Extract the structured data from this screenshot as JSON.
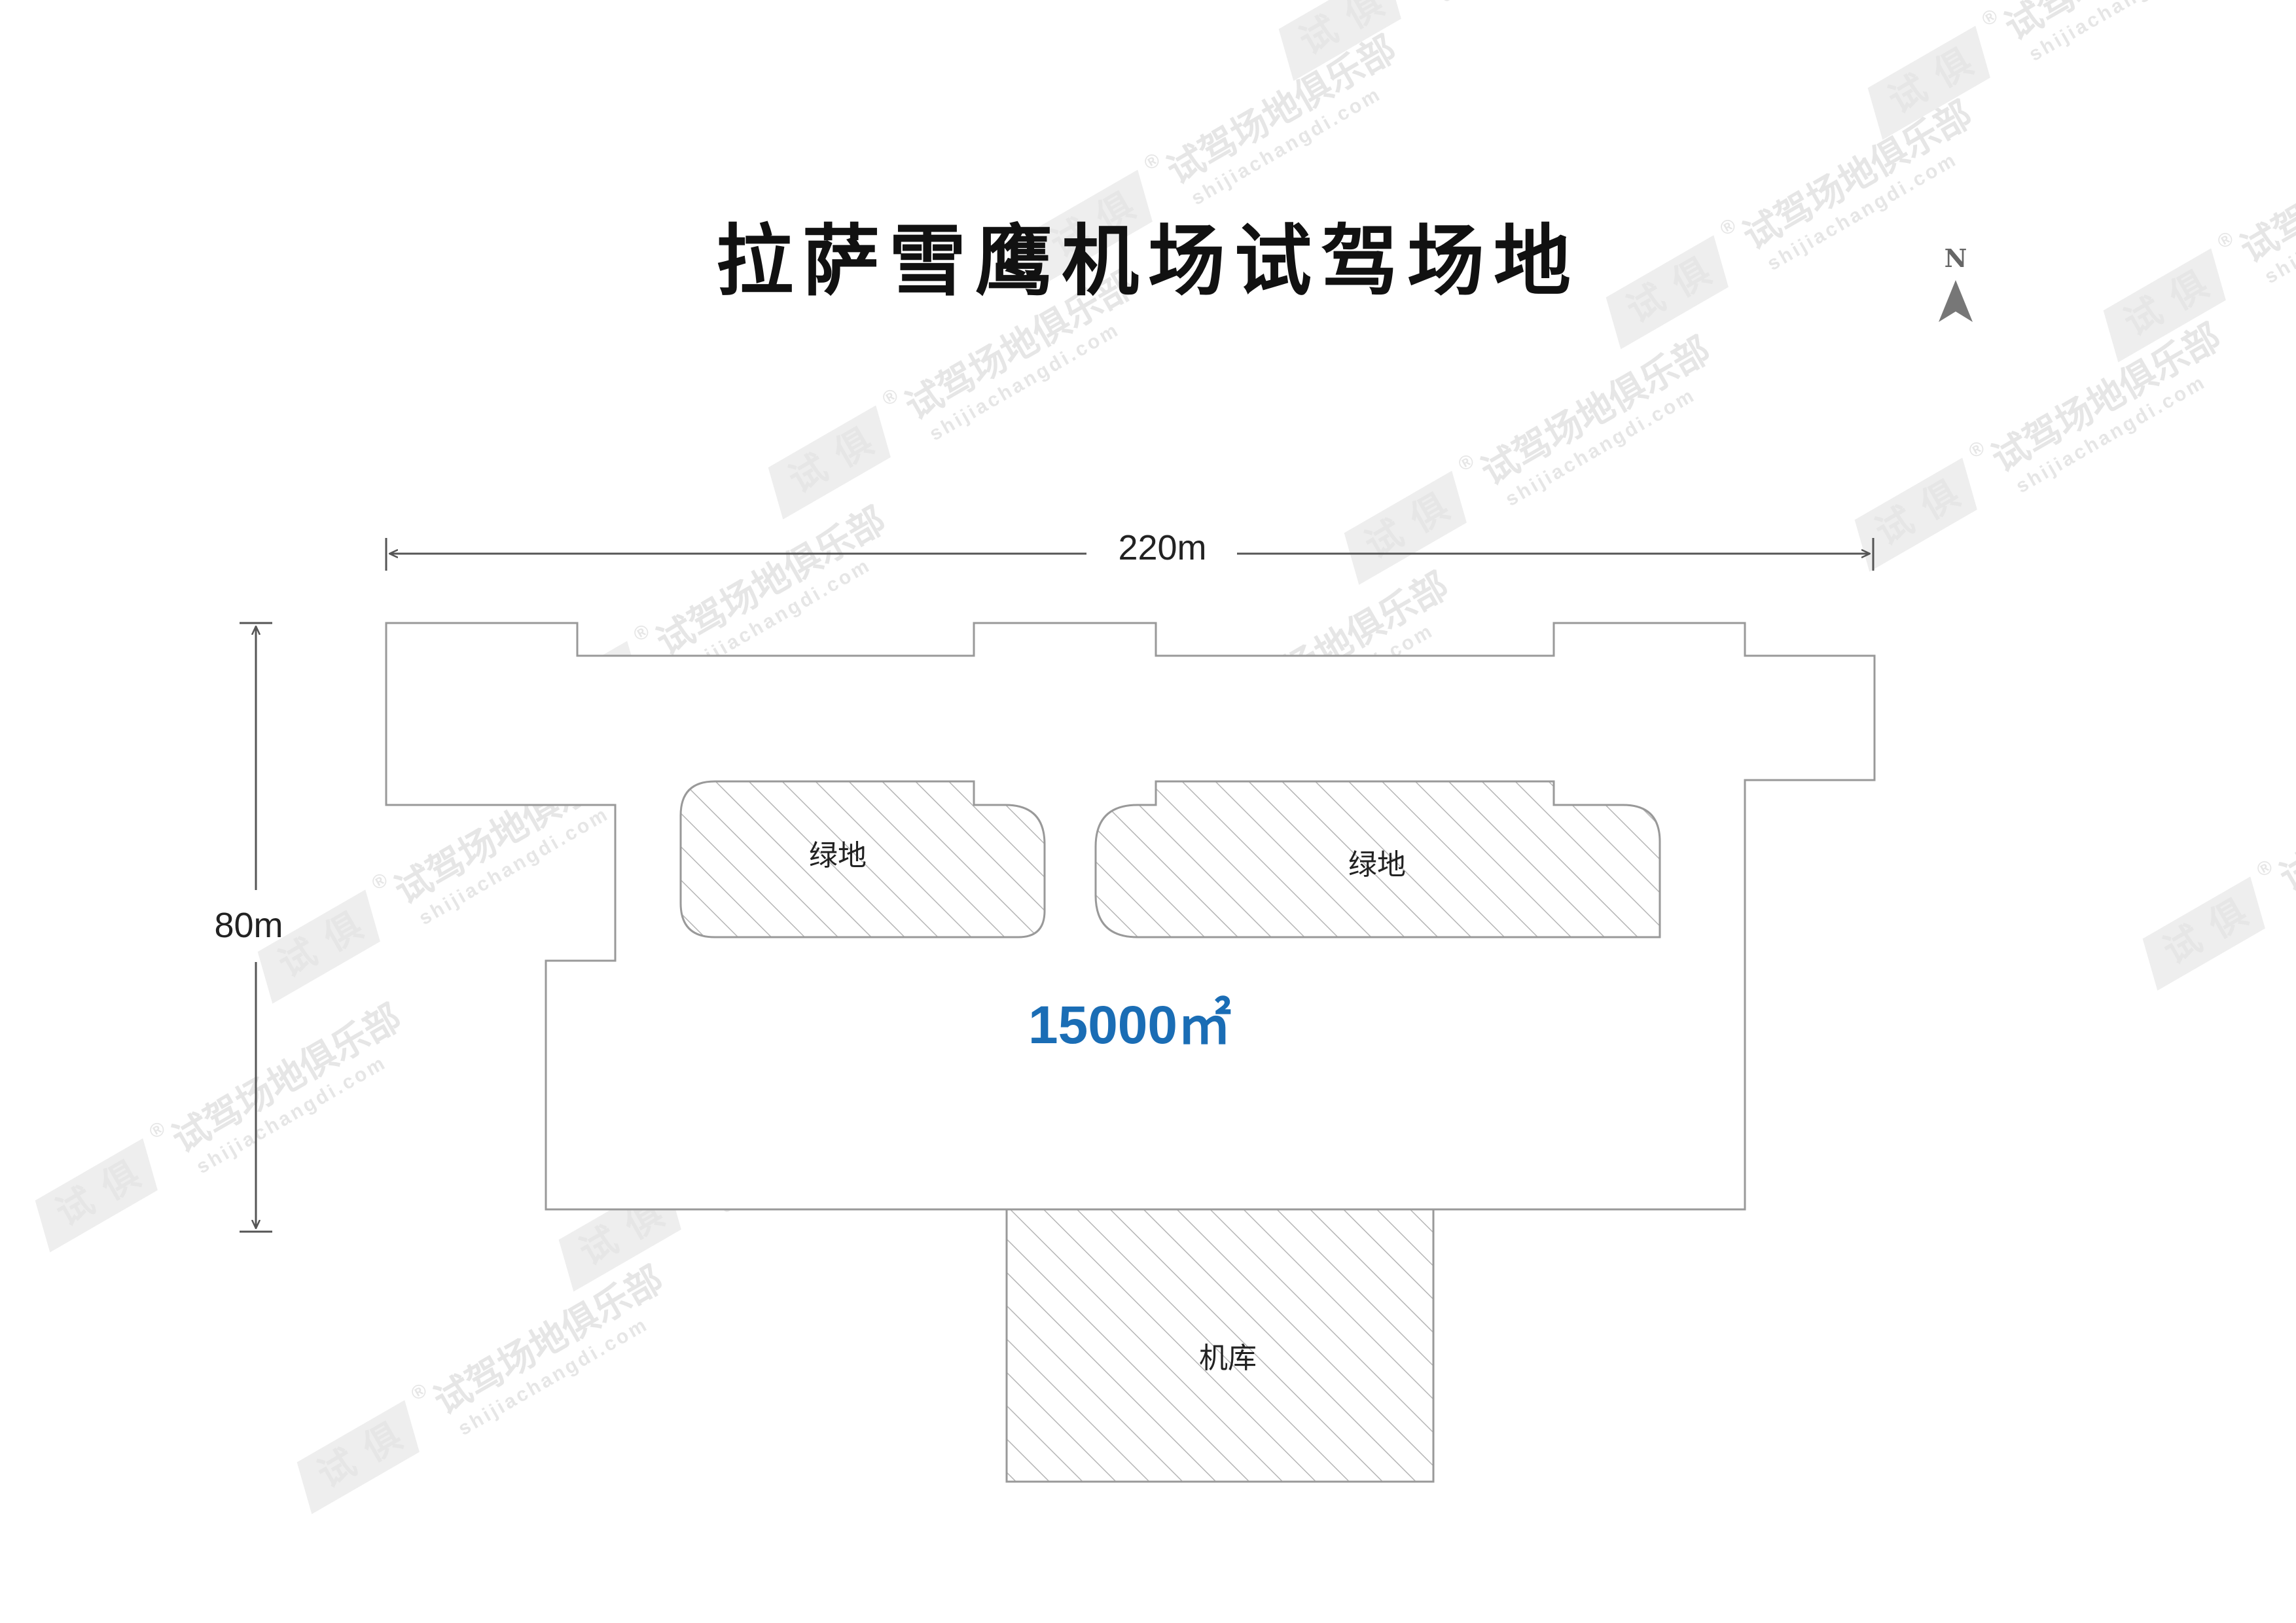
{
  "title": "拉萨雪鹰机场试驾场地",
  "north": "N",
  "dimensions": {
    "width_label": "220m",
    "height_label": "80m"
  },
  "zones": {
    "green_left": "绿地",
    "green_right": "绿地",
    "hangar": "机库"
  },
  "area": "15000㎡",
  "watermark": {
    "brand": "试驾场地俱乐部",
    "url": "shijiachangdi.com",
    "logo_a": "试",
    "logo_b": "俱",
    "registered": "®"
  },
  "colors": {
    "area_text": "#1a6db5",
    "outline": "#999999",
    "hatch": "#b5b5b5",
    "dim_line": "#555555"
  }
}
